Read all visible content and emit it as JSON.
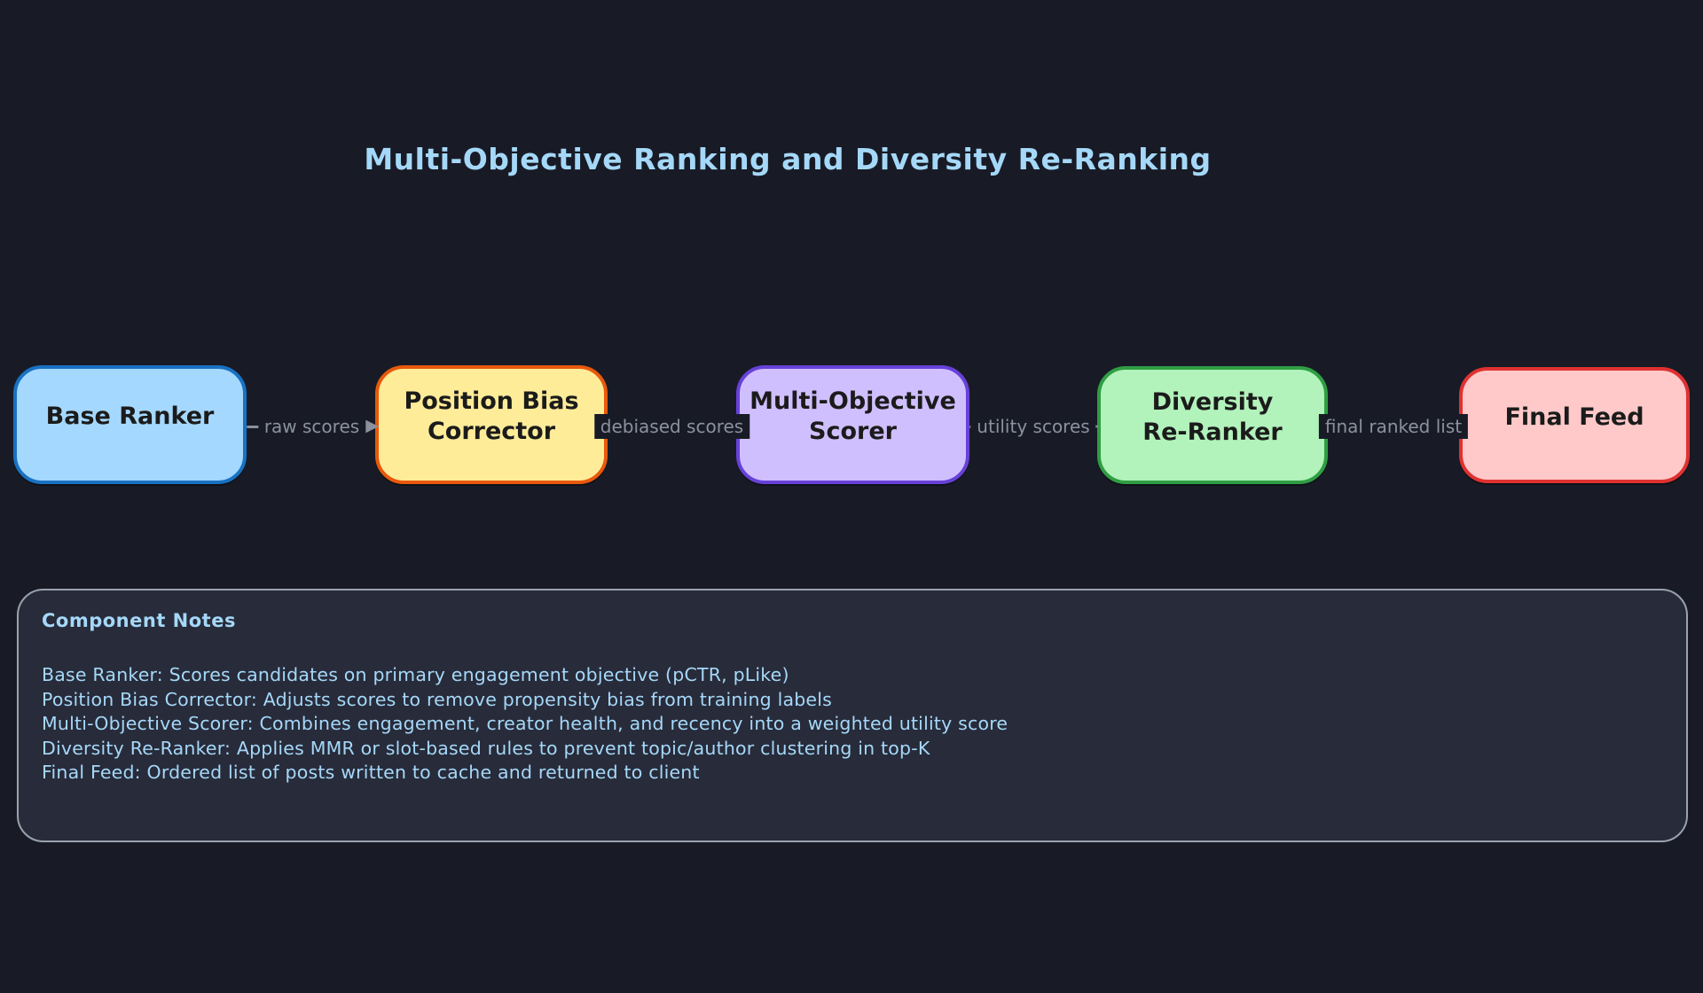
{
  "title": "Multi-Objective Ranking and Diversity Re-Ranking",
  "colors": {
    "background": "#181b26",
    "panel_background": "#282b3a",
    "panel_border": "#99a2ad",
    "title_text": "#a5d8f8",
    "notes_text": "#a5d8f8",
    "edge_gray": "#8b919e",
    "node_text": "#1b1b1b"
  },
  "pipeline": {
    "nodes": [
      {
        "id": "base-ranker",
        "lines": [
          "Base Ranker"
        ],
        "fill": "#a5d8ff",
        "border": "#1971c2"
      },
      {
        "id": "position-bias-corrector",
        "lines": [
          "Position Bias",
          "Corrector"
        ],
        "fill": "#ffec99",
        "border": "#e8590c"
      },
      {
        "id": "multi-objective-scorer",
        "lines": [
          "Multi-Objective",
          "Scorer"
        ],
        "fill": "#d0bfff",
        "border": "#6741d9"
      },
      {
        "id": "diversity-re-ranker",
        "lines": [
          "Diversity",
          "Re-Ranker"
        ],
        "fill": "#b2f2bb",
        "border": "#2f9e44"
      },
      {
        "id": "final-feed",
        "lines": [
          "Final Feed"
        ],
        "fill": "#ffc9c9",
        "border": "#e03131"
      }
    ],
    "edges": [
      {
        "label": "raw scores"
      },
      {
        "label": "debiased scores"
      },
      {
        "label": "utility scores"
      },
      {
        "label": "final ranked list"
      }
    ]
  },
  "notes": {
    "title": "Component Notes",
    "lines": [
      "Base Ranker: Scores candidates on primary engagement objective (pCTR, pLike)",
      "Position Bias Corrector: Adjusts scores to remove propensity bias from training labels",
      "Multi-Objective Scorer: Combines engagement, creator health, and recency into a weighted utility score",
      "Diversity Re-Ranker: Applies MMR or slot-based rules to prevent topic/author clustering in top-K",
      "Final Feed: Ordered list of posts written to cache and returned to client"
    ]
  }
}
